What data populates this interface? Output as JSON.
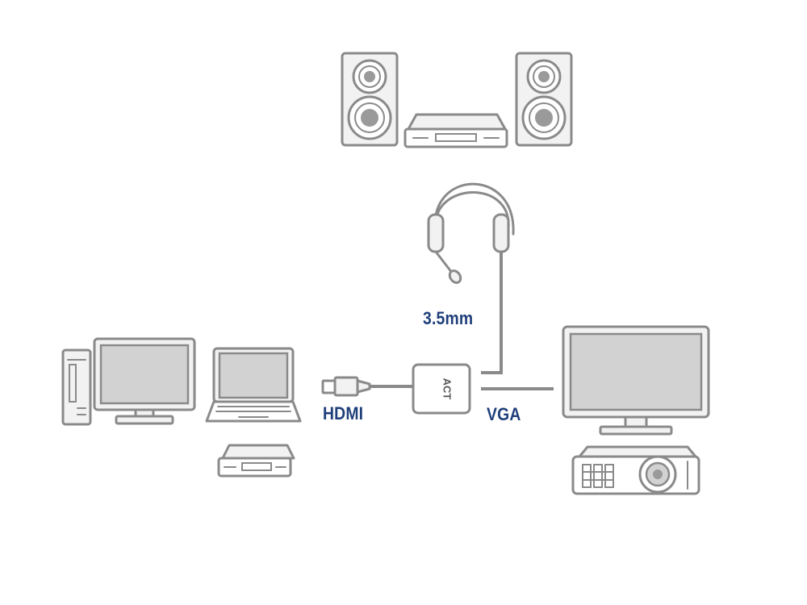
{
  "labels": {
    "audio": "3.5mm",
    "input": "HDMI",
    "output": "VGA"
  },
  "adapter_logo": "ACT",
  "colors": {
    "label": "#1f3f7a",
    "outline": "#8a8a8a",
    "fill": "#f2f2f2",
    "screen": "#d2d2d2"
  }
}
